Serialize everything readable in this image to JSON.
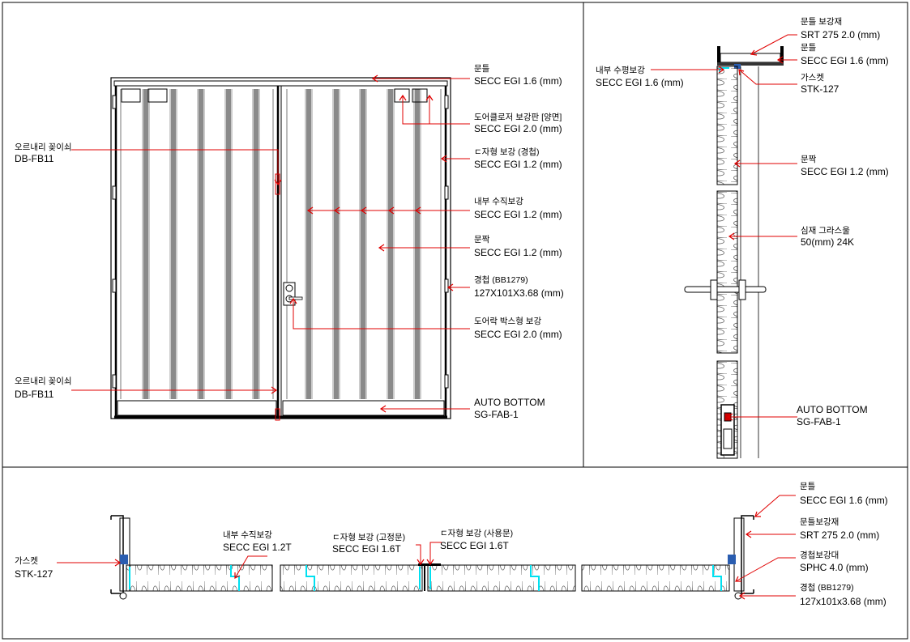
{
  "elevation": {
    "labels": [
      {
        "title": "문틀",
        "spec": "SECC EGI 1.6 (mm)"
      },
      {
        "title": "도어클로저 보강판 [양면]",
        "spec": "SECC EGI 2.0 (mm)"
      },
      {
        "title": "ㄷ자형 보강 (경첩)",
        "spec": "SECC EGI 1.2 (mm)"
      },
      {
        "title": "내부 수직보강",
        "spec": "SECC EGI 1.2 (mm)"
      },
      {
        "title": "문짝",
        "spec": "SECC EGI 1.2 (mm)"
      },
      {
        "title": "경첩 (BB1279)",
        "spec": "127X101X3.68 (mm)"
      },
      {
        "title": "도어락 박스형 보강",
        "spec": "SECC EGI 2.0 (mm)"
      },
      {
        "title": "AUTO BOTTOM",
        "spec": "SG-FAB-1"
      }
    ],
    "left_labels": [
      {
        "title": "오르내리 꽂이쇠",
        "spec": "DB-FB11"
      },
      {
        "title": "오르내리 꽂이쇠",
        "spec": "DB-FB11"
      }
    ]
  },
  "side_section": {
    "labels": [
      {
        "title": "문틀 보강재",
        "spec": "SRT 275 2.0 (mm)"
      },
      {
        "title": "문틀",
        "spec": "SECC EGI 1.6 (mm)"
      },
      {
        "title": "가스켓",
        "spec": "STK-127"
      },
      {
        "title": "문짝",
        "spec": "SECC EGI 1.2 (mm)"
      },
      {
        "title": "심재 그라스울",
        "spec": "50(mm) 24K"
      },
      {
        "title": "AUTO BOTTOM",
        "spec": "SG-FAB-1"
      }
    ],
    "left_label": {
      "title": "내부 수평보강",
      "spec": "SECC EGI 1.6 (mm)"
    }
  },
  "plan_section": {
    "left_label": {
      "title": "가스켓",
      "spec": "STK-127"
    },
    "mid_labels": [
      {
        "title": "내부 수직보강",
        "spec": "SECC EGI 1.2T"
      },
      {
        "title": "ㄷ자형 보강 (고정문)",
        "spec": "SECC EGI 1.6T"
      },
      {
        "title": "ㄷ자형 보강 (사용문)",
        "spec": "SECC EGI 1.6T"
      }
    ],
    "right_labels": [
      {
        "title": "문틀",
        "spec": "SECC EGI 1.6 (mm)"
      },
      {
        "title": "문틀보강재",
        "spec": "SRT 275 2.0 (mm)"
      },
      {
        "title": "경첩보강대",
        "spec": "SPHC 4.0 (mm)"
      },
      {
        "title": "경첩 (BB1279)",
        "spec": "127x101x3.68 (mm)"
      }
    ]
  },
  "colors": {
    "leader": "#e00000",
    "reinforcement": "#00e0f0",
    "gasket": "#2a5db0",
    "line": "#000000"
  }
}
